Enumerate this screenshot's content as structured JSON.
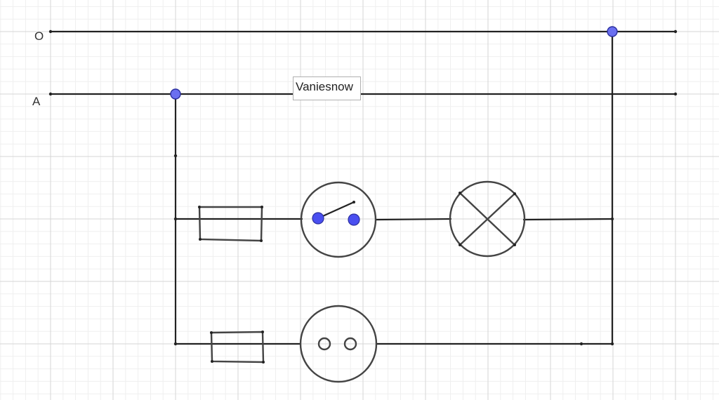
{
  "diagram": {
    "line_labels": {
      "neutral": "O",
      "phase": "A"
    },
    "watermark": "Vaniesnow",
    "colors": {
      "grid_major": "#d6d6d6",
      "grid_minor": "#efefef",
      "wire": "#222222",
      "component": "#444444",
      "junction": "#6a6ff0"
    },
    "components": [
      "fuse-1",
      "switch",
      "lamp",
      "fuse-2",
      "socket"
    ]
  }
}
